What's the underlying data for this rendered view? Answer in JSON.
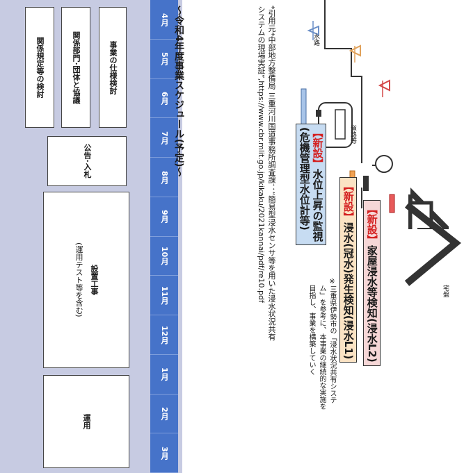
{
  "schedule": {
    "title": "～令和4年度事業スケジュール(予定)～",
    "months": [
      "4月",
      "5月",
      "6月",
      "7月",
      "8月",
      "9月",
      "10月",
      "11月",
      "12月",
      "1月",
      "2月",
      "3月"
    ],
    "tasks": {
      "spec_review": "事業の仕様検討",
      "coordination": "関係部門･団体と協議",
      "regulations": "関係規定等の検討",
      "tender": "公告･入札",
      "install_line1": "設置工事",
      "install_line2": "(運用テスト等を含む)",
      "operation": "運用"
    }
  },
  "citation": {
    "line1": "*引用元*中部地方整備局 三重河川国道事務所調査課：“簡易型浸水センサ等を用いた浸水状況共有",
    "line2": "システムの現場実証”,https://www.cbr.mlit.go.jp/kikaku/2021kannai/pdf/re10.pdf"
  },
  "diagram": {
    "label_river": "水路",
    "label_road": "道路等",
    "label_house": "宅盤",
    "badge_water_level": {
      "tag": "【新設】",
      "main": "水位上昇の監視",
      "sub": "(危機管理型水位計等)"
    },
    "badge_l1": {
      "tag": "【新設】",
      "main": "浸水(冠水)発生検知(浸水L1)"
    },
    "badge_l2": {
      "tag": "【新設】",
      "main": "家屋浸水等検知(浸水L2)"
    },
    "note_line1": "※三重県伊勢市の「浸水状況共有システ",
    "note_line2": "ム」を参考に、本事業の継続的な実施を",
    "note_line3": "目指し、事業を構築していく"
  },
  "colors": {
    "month_bar": "#4673c9",
    "lane_bg": "#c7cbe2",
    "badge_blue": "#c7dcf2",
    "badge_orange": "#fbe3c4",
    "badge_pink": "#f6d7d7",
    "accent_red": "#d42020"
  }
}
